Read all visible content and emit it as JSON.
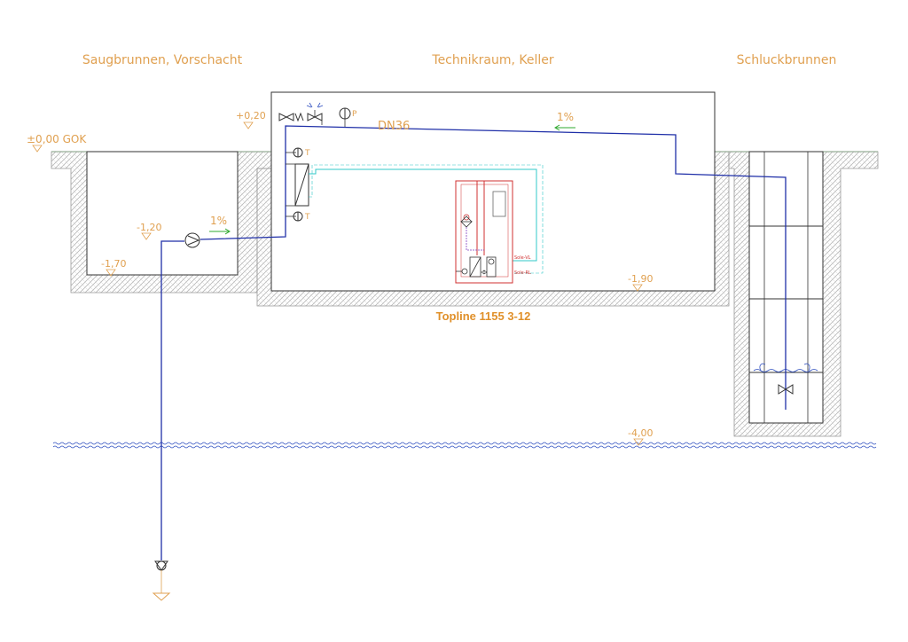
{
  "sections": {
    "left": "Saugbrunnen, Vorschacht",
    "middle": "Technikraum, Keller",
    "right": "Schluckbrunnen"
  },
  "levels": {
    "gok": "±0,00 GOK",
    "plus020": "+0,20",
    "minus120": "-1,20",
    "minus170": "-1,70",
    "minus190": "-1,90",
    "minus400": "-4,00"
  },
  "pipe": {
    "dn": "DN36",
    "slope_main": "1%",
    "slope_suction": "1%"
  },
  "sensors": {
    "pressure": "P",
    "temp_top": "T",
    "temp_bottom": "T"
  },
  "heatpump": {
    "model": "Topline 1155 3-12",
    "sole_vl": "Sole-VL",
    "sole_rl": "Sole-RL"
  },
  "colors": {
    "pipe": "#1f2fa8",
    "text": "#e0a050",
    "grade": "#2fa82f",
    "sole": "#30c8c8",
    "heatpump": "#d03030",
    "water": "#3050c0"
  }
}
